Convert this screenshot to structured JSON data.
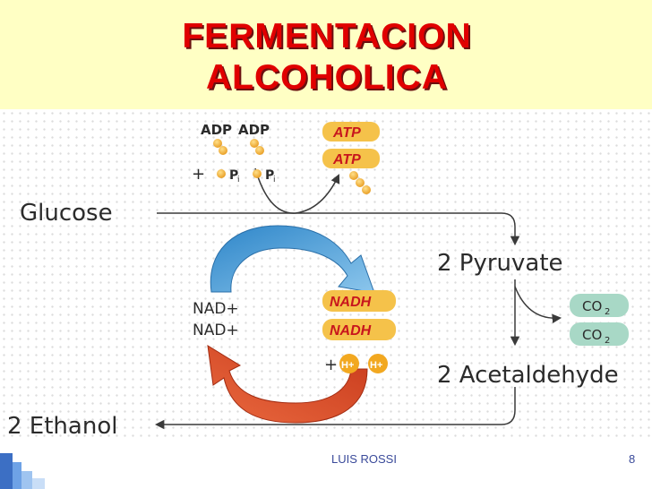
{
  "slide": {
    "title_line1": "FERMENTACION",
    "title_line2": "ALCOHOLICA",
    "footer_author": "LUIS ROSSI",
    "page_number": "8"
  },
  "diagram": {
    "glucose": "Glucose",
    "pyruvate": "2 Pyruvate",
    "acetaldehyde": "2 Acetaldehyde",
    "ethanol": "2 Ethanol",
    "adp_1": "ADP",
    "adp_2": "ADP",
    "plus_1": "+",
    "pi_1": "P",
    "pi_1_sub": "i",
    "pi_2": "P",
    "pi_2_sub": "i",
    "atp_1": "ATP",
    "atp_2": "ATP",
    "nad_1": "NAD+",
    "nad_2": "NAD+",
    "nadh_1": "NADH",
    "nadh_2": "NADH",
    "plus_2": "+",
    "h_1": "H+",
    "h_2": "H+",
    "co2_1": "CO",
    "co2_1_sub": "2",
    "co2_2": "CO",
    "co2_2_sub": "2"
  },
  "colors": {
    "title_red": "#e00000",
    "title_band": "#ffffc4",
    "blue_arrow": "#4a9fd8",
    "red_arrow": "#e0532c",
    "molecule_orange": "#f2b233",
    "pill_text": "#c8161d",
    "co2_fill": "#a8d8c6",
    "line_gray": "#3a3a3a"
  }
}
